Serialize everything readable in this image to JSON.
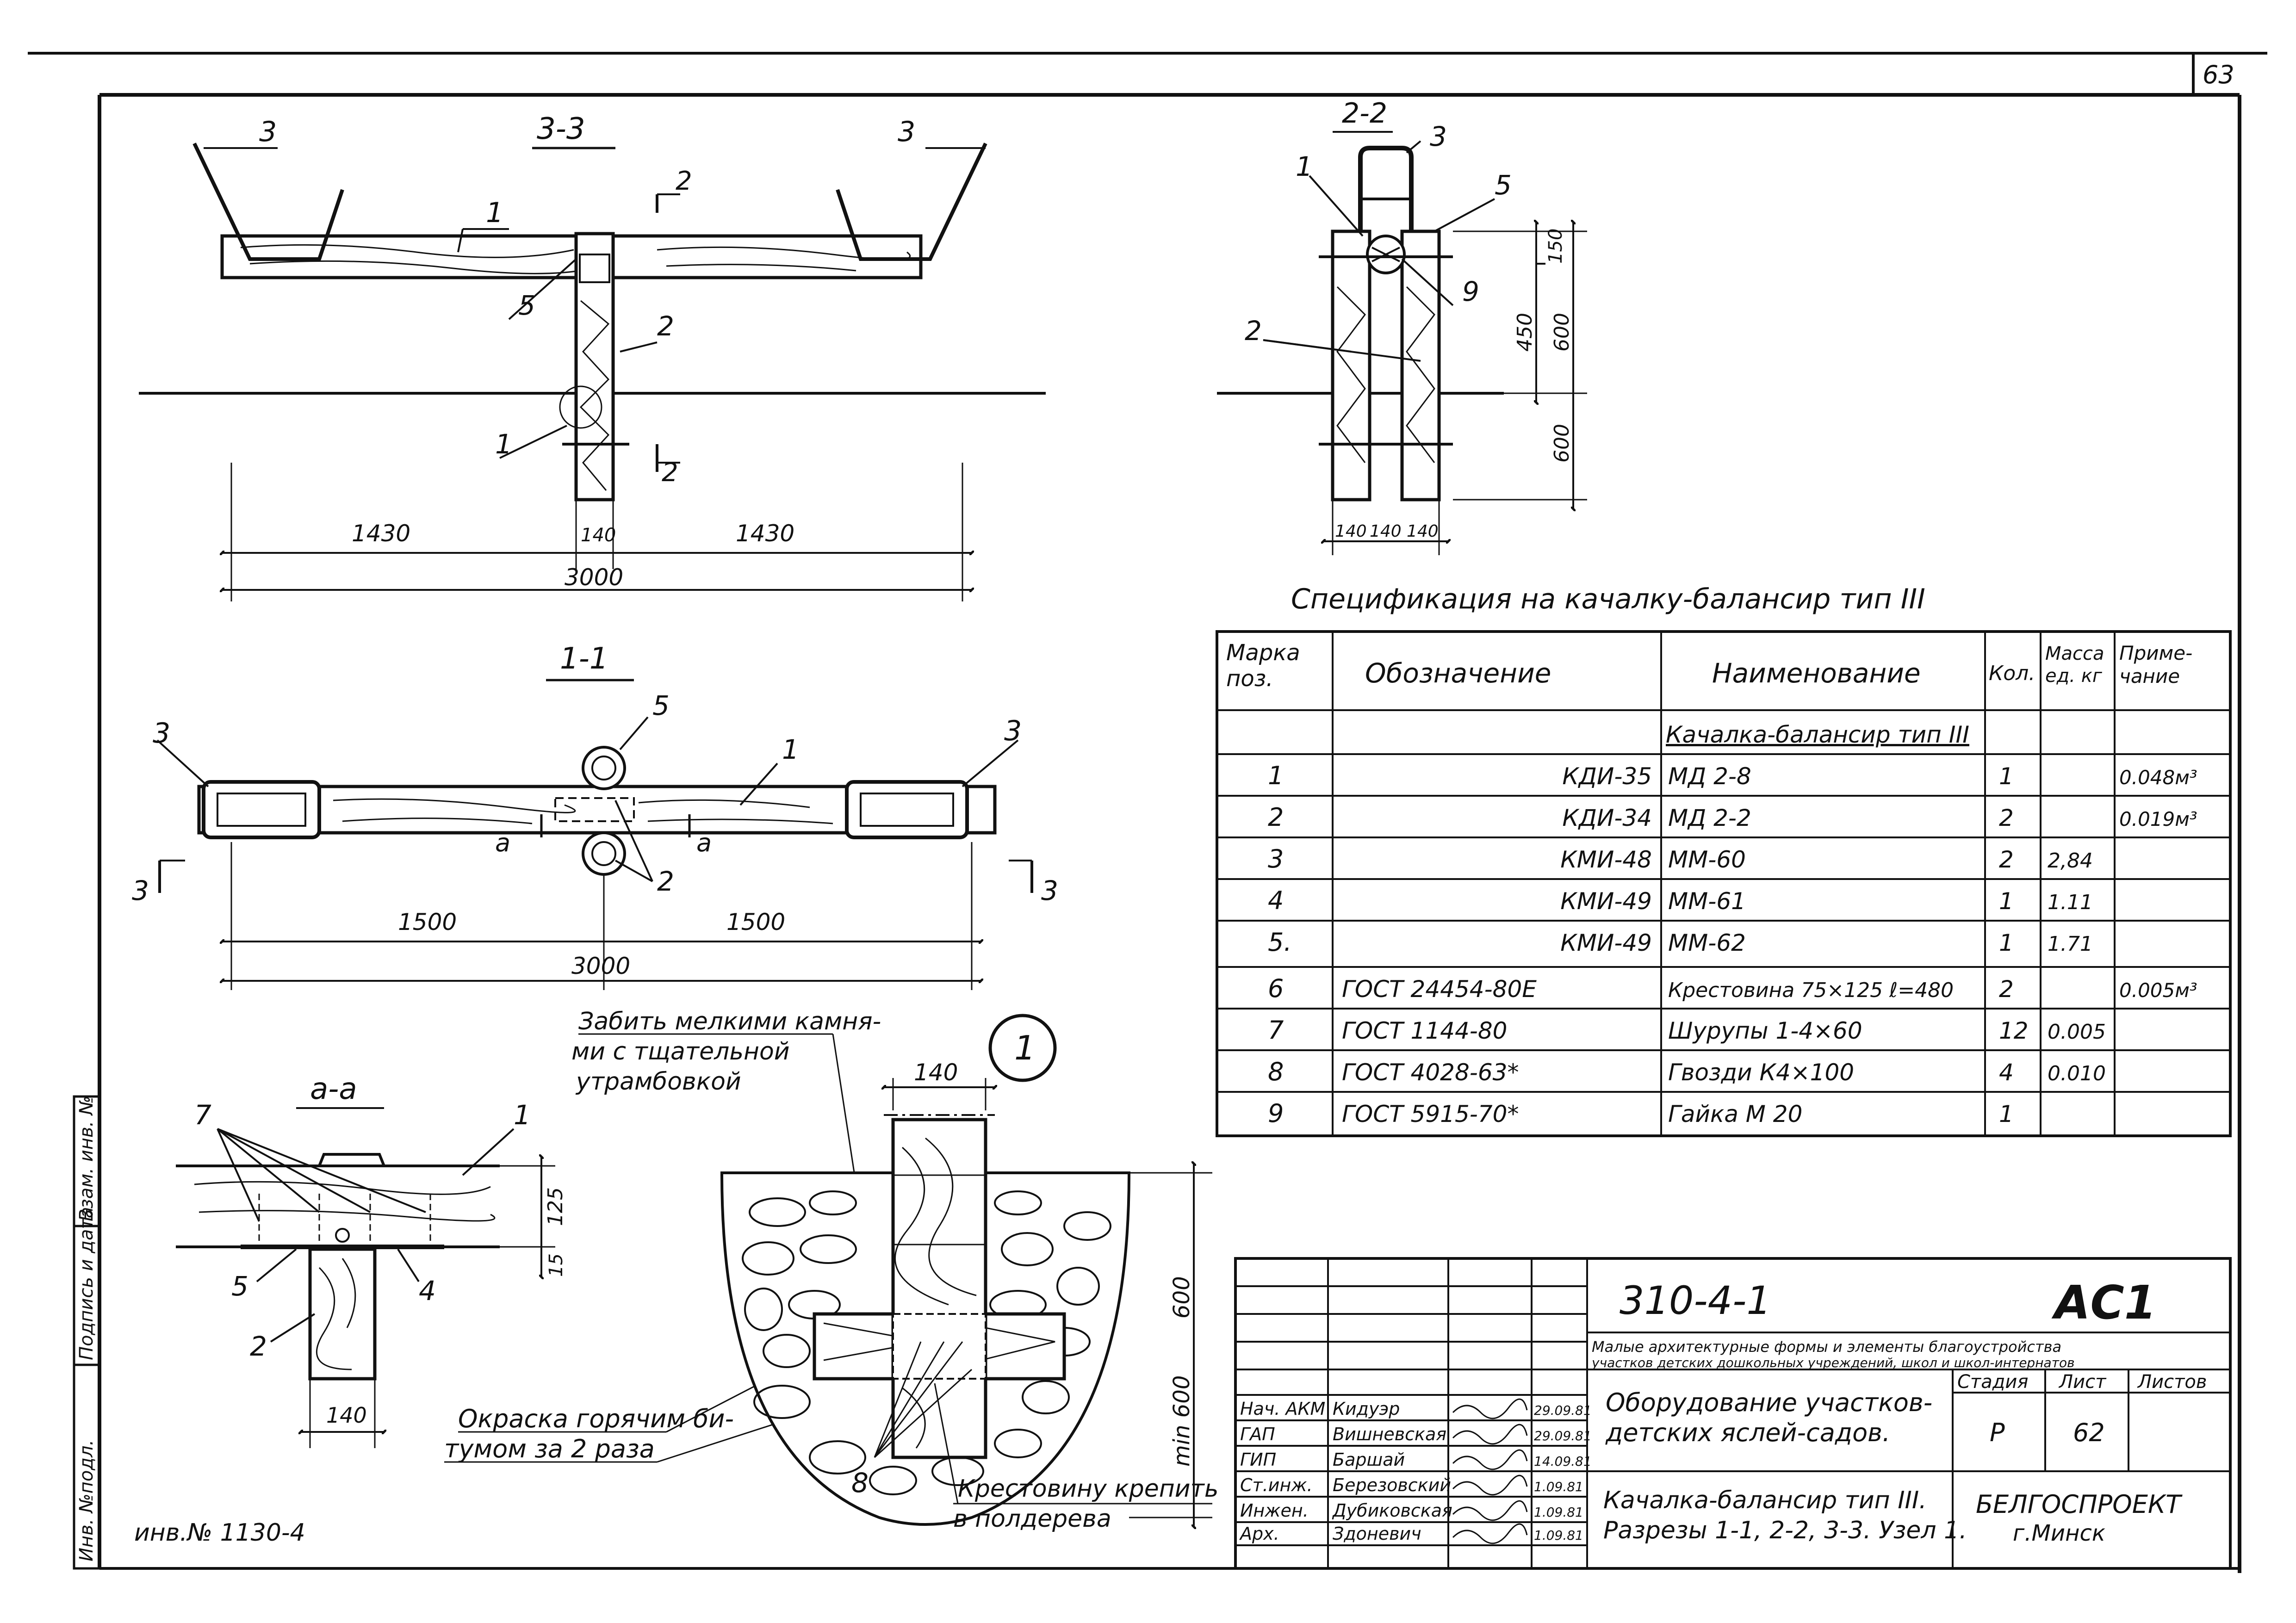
{
  "sheet": {
    "page_number": "63",
    "inventory": "инв.№ 1130-4"
  },
  "side_strip": {
    "inv_podl": "Инв. №подл.",
    "podpis": "Подпись и дата",
    "vzam": "Взам. инв. №"
  },
  "views": {
    "section33": {
      "title": "3-3",
      "labels": {
        "p3l": "3",
        "p3r": "3",
        "p1": "1",
        "p2": "2",
        "p5": "5",
        "p1b": "1",
        "cut2a": "2",
        "cut2b": "2"
      },
      "dims": {
        "d1430a": "1430",
        "d140": "140",
        "d1430b": "1430",
        "d3000": "3000"
      }
    },
    "section22": {
      "title": "2-2",
      "labels": {
        "p3": "3",
        "p1": "1",
        "p5": "5",
        "p9": "9",
        "p2": "2"
      },
      "dims": {
        "d150": "150",
        "d450": "450",
        "d600a": "600",
        "d600b": "600",
        "b140a": "140",
        "b140b": "140",
        "b140c": "140"
      }
    },
    "section11": {
      "title": "1-1",
      "labels": {
        "p3l": "3",
        "p3r": "3",
        "p5": "5",
        "p1": "1",
        "p2": "2",
        "aL": "а",
        "aR": "а",
        "cutL": "3",
        "cutR": "3"
      },
      "dims": {
        "d1500a": "1500",
        "d1500b": "1500",
        "d3000": "3000"
      }
    },
    "sectionAA": {
      "title": "а-а",
      "labels": {
        "p7": "7",
        "p1": "1",
        "p5": "5",
        "p4": "4",
        "p2": "2"
      },
      "dims": {
        "d125": "125",
        "d15": "15",
        "d140": "140"
      },
      "note_bitumen_1": "Окраска горячим би-",
      "note_bitumen_2": "тумом за 2 раза"
    },
    "node1": {
      "marker": "1",
      "dims": {
        "d140": "140",
        "d600": "600",
        "dmin": "min 600"
      },
      "note_stones_1": "Забить мелкими камня-",
      "note_stones_2": "ми с тщательной",
      "note_stones_3": "утрамбовкой",
      "label8": "8",
      "note_cross_1": "Крестовину крепить",
      "note_cross_2": "в полдерева"
    }
  },
  "spec": {
    "title": "Спецификация   на   качалку-балансир   тип III",
    "headers": {
      "mark": "Марка поз.",
      "designation": "Обозначение",
      "name": "Наименование",
      "qty": "Кол.",
      "mass": "Масса ед. кг",
      "note": "Приме- чание"
    },
    "group": "Качалка-балансир тип III",
    "rows": [
      {
        "mark": "1",
        "designation": "КДИ-35",
        "name": "МД 2-8",
        "qty": "1",
        "mass": "",
        "note": "0.048м³"
      },
      {
        "mark": "2",
        "designation": "КДИ-34",
        "name": "МД 2-2",
        "qty": "2",
        "mass": "",
        "note": "0.019м³"
      },
      {
        "mark": "3",
        "designation": "КМИ-48",
        "name": "ММ-60",
        "qty": "2",
        "mass": "2,84",
        "note": ""
      },
      {
        "mark": "4",
        "designation": "КМИ-49",
        "name": "ММ-61",
        "qty": "1",
        "mass": "1.11",
        "note": ""
      },
      {
        "mark": "5.",
        "designation": "КМИ-49",
        "name": "ММ-62",
        "qty": "1",
        "mass": "1.71",
        "note": ""
      },
      {
        "mark": "6",
        "designation": "ГОСТ 24454-80Е",
        "name": "Крестовина 75×125 ℓ=480",
        "qty": "2",
        "mass": "",
        "note": "0.005м³"
      },
      {
        "mark": "7",
        "designation": "ГОСТ 1144-80",
        "name": "Шурупы 1-4×60",
        "qty": "12",
        "mass": "0.005",
        "note": ""
      },
      {
        "mark": "8",
        "designation": "ГОСТ 4028-63*",
        "name": "Гвозди К4×100",
        "qty": "4",
        "mass": "0.010",
        "note": ""
      },
      {
        "mark": "9",
        "designation": "ГОСТ 5915-70*",
        "name": "Гайка М 20",
        "qty": "1",
        "mass": "",
        "note": ""
      }
    ]
  },
  "stamp": {
    "code": "310-4-1",
    "sheet_code": "АС1",
    "subtitle_1": "Малые архитектурные формы и элементы благоустройства",
    "subtitle_2": "участков детских дошкольных учреждений, школ и школ-интернатов",
    "people": [
      {
        "role": "Нач. АКМ",
        "name": "Кидуэр",
        "date": "29.09.81"
      },
      {
        "role": "ГАП",
        "name": "Вишневская",
        "date": "29.09.81"
      },
      {
        "role": "ГИП",
        "name": "Баршай",
        "date": "14.09.81"
      },
      {
        "role": "Ст.инж.",
        "name": "Березовский",
        "date": "1.09.81"
      },
      {
        "role": "Инжен.",
        "name": "Дубиковская",
        "date": "1.09.81"
      },
      {
        "role": "Арх.",
        "name": "Здоневич",
        "date": "1.09.81"
      }
    ],
    "object_1": "Оборудование участков-",
    "object_2": "детских яслей-садов.",
    "stage_label": "Стадия",
    "sheet_label": "Лист",
    "sheets_label": "Листов",
    "stage": "Р",
    "sheet": "62",
    "sheets": "",
    "drawing_1": "Качалка-балансир тип III.",
    "drawing_2": "Разрезы 1-1, 2-2, 3-3. Узел 1.",
    "org_1": "БЕЛГОСПРОЕКТ",
    "org_2": "г.Минск"
  }
}
